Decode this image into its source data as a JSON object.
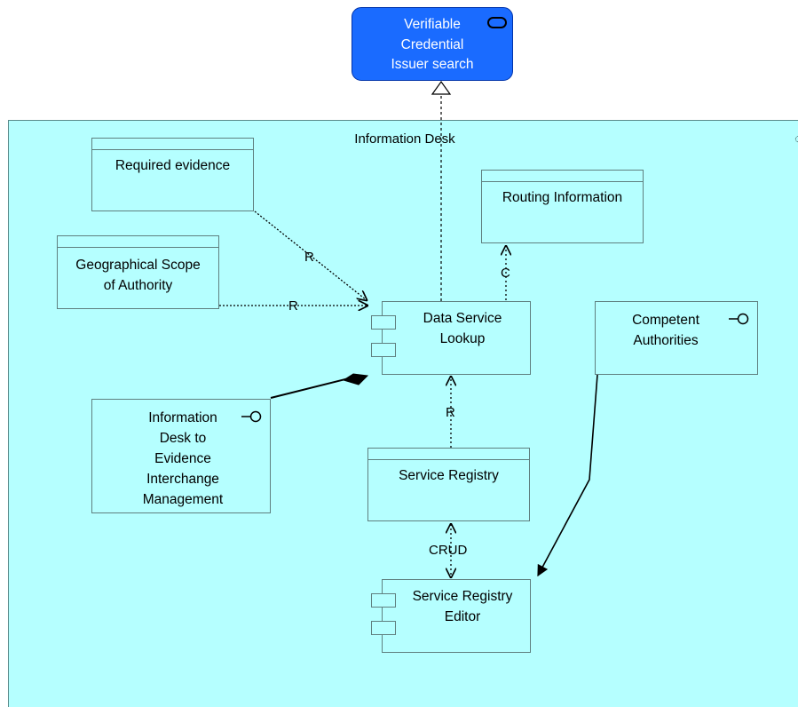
{
  "service": {
    "label_lines": [
      "Verifiable",
      "Credential",
      "Issuer search"
    ]
  },
  "group": {
    "title": "Information Desk"
  },
  "nodes": {
    "required_evidence": "Required evidence",
    "geo_scope": [
      "Geographical Scope",
      "of Authority"
    ],
    "routing_information": "Routing Information",
    "data_service_lookup": [
      "Data Service",
      "Lookup"
    ],
    "competent_authorities": [
      "Competent",
      "Authorities"
    ],
    "info_desk_interface": [
      "Information",
      "Desk to",
      "Evidence",
      "Interchange",
      "Management"
    ],
    "service_registry": "Service Registry",
    "service_registry_editor": [
      "Service Registry",
      "Editor"
    ]
  },
  "edge_labels": {
    "required_to_lookup": "R",
    "geo_to_lookup": "R",
    "lookup_to_routing": "C",
    "registry_to_lookup": "R",
    "editor_registry": "CRUD"
  },
  "colors": {
    "group_fill": "#b5ffff",
    "service_fill": "#1a6bff",
    "line": "#000000"
  }
}
